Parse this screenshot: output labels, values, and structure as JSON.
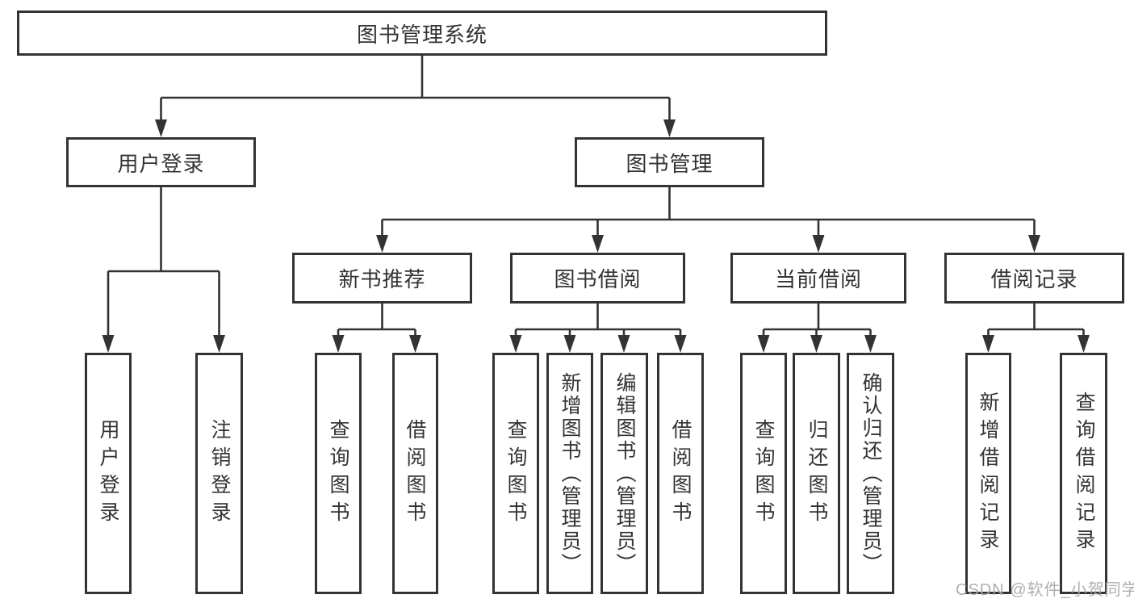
{
  "nodes": {
    "root": "图书管理系统",
    "level2": {
      "user_login": "用户登录",
      "book_management": "图书管理"
    },
    "level3": {
      "new_book_recommend": "新书推荐",
      "book_borrow": "图书借阅",
      "current_borrow": "当前借阅",
      "borrow_records": "借阅记录"
    },
    "leaves": {
      "user_login": [
        "用户登录",
        "注销登录"
      ],
      "new_book_recommend": [
        "查询图书",
        "借阅图书"
      ],
      "book_borrow": [
        "查询图书",
        "新增图书（管理员）",
        "编辑图书（管理员）",
        "借阅图书"
      ],
      "current_borrow": [
        "查询图书",
        "归还图书",
        "确认归还（管理员）"
      ],
      "borrow_records": [
        "新增借阅记录",
        "查询借阅记录"
      ]
    }
  },
  "watermark": "CSDN @软件_小贺同学",
  "colors": {
    "line": "#333333",
    "text": "#333333",
    "watermark": "#ababab",
    "background": "#ffffff"
  }
}
